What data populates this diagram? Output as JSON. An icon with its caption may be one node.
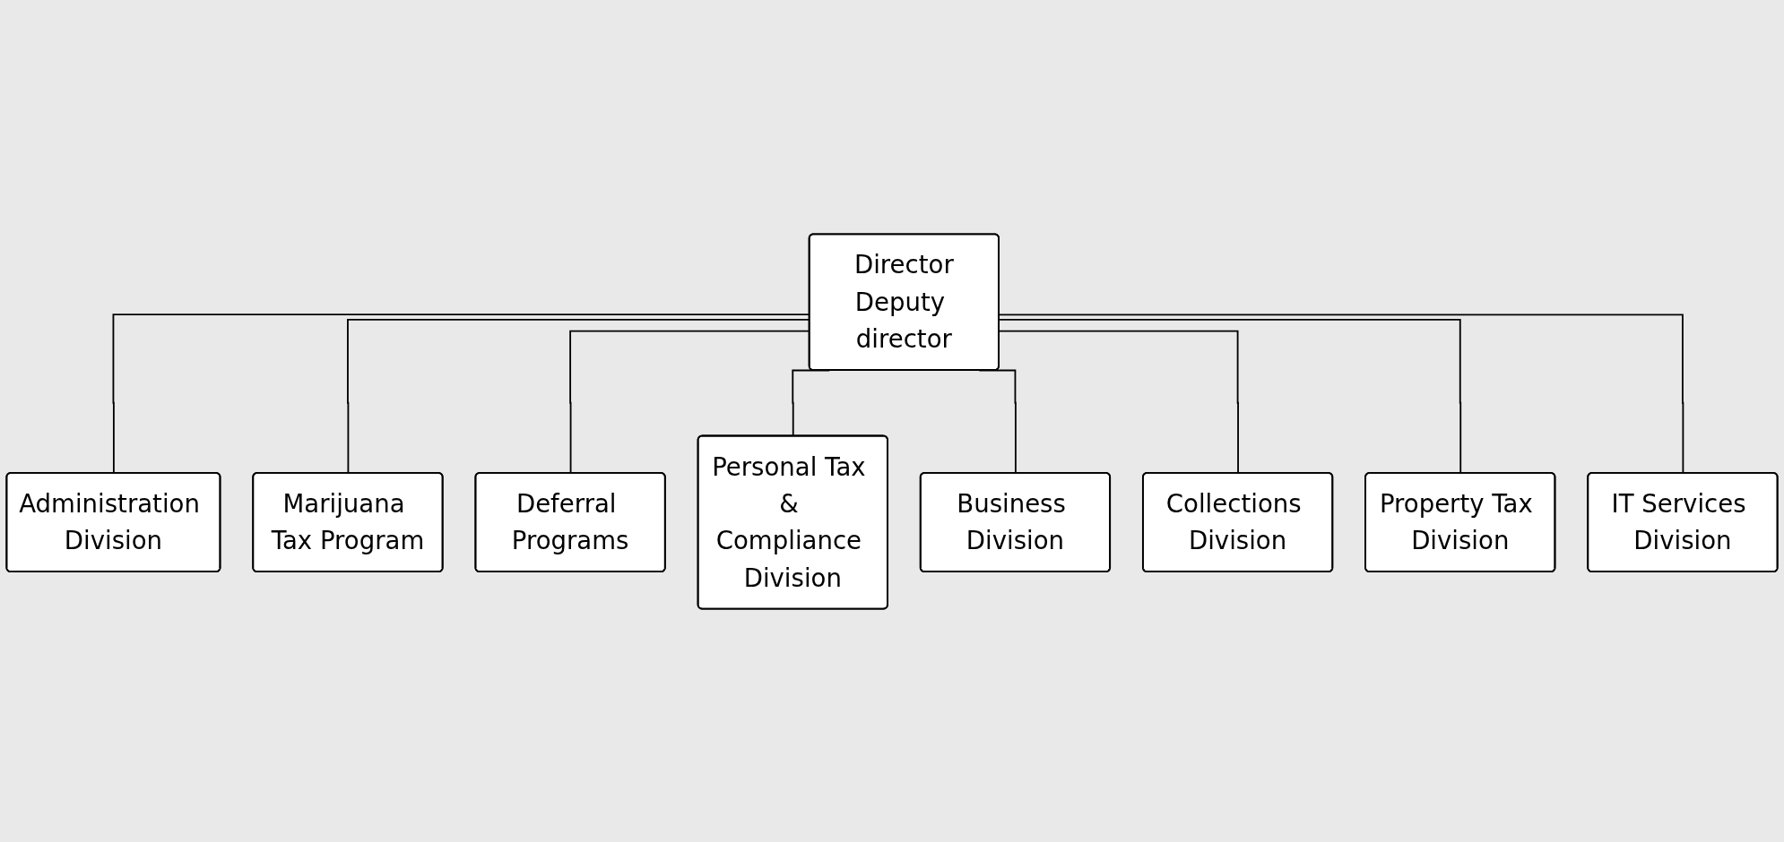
{
  "diagram": {
    "nodes": [
      {
        "text": [
          "Director",
          "Deputy director"
        ]
      },
      {
        "text": [
          "Administration Division"
        ]
      },
      {
        "text": [
          "Marijuana Tax Program"
        ]
      },
      {
        "text": [
          "Deferral Programs"
        ]
      },
      {
        "text": [
          "Personal Tax & Compliance Division"
        ]
      },
      {
        "text": [
          "Business Division"
        ]
      },
      {
        "text": [
          "Collections Division"
        ]
      },
      {
        "text": [
          "Property Tax Division"
        ]
      },
      {
        "text": [
          "IT Services Division"
        ]
      }
    ],
    "edges": [
      {
        "from": 0,
        "to": 1,
        "arrow": "none"
      },
      {
        "from": 0,
        "to": 2,
        "arrow": "none"
      },
      {
        "from": 0,
        "to": 3,
        "arrow": "none"
      },
      {
        "from": 0,
        "to": 4,
        "arrow": "none"
      },
      {
        "from": 0,
        "to": 5,
        "arrow": "none"
      },
      {
        "from": 0,
        "to": 6,
        "arrow": "none"
      },
      {
        "from": 0,
        "to": 7,
        "arrow": "none"
      },
      {
        "from": 0,
        "to": 8,
        "arrow": "none"
      }
    ]
  }
}
